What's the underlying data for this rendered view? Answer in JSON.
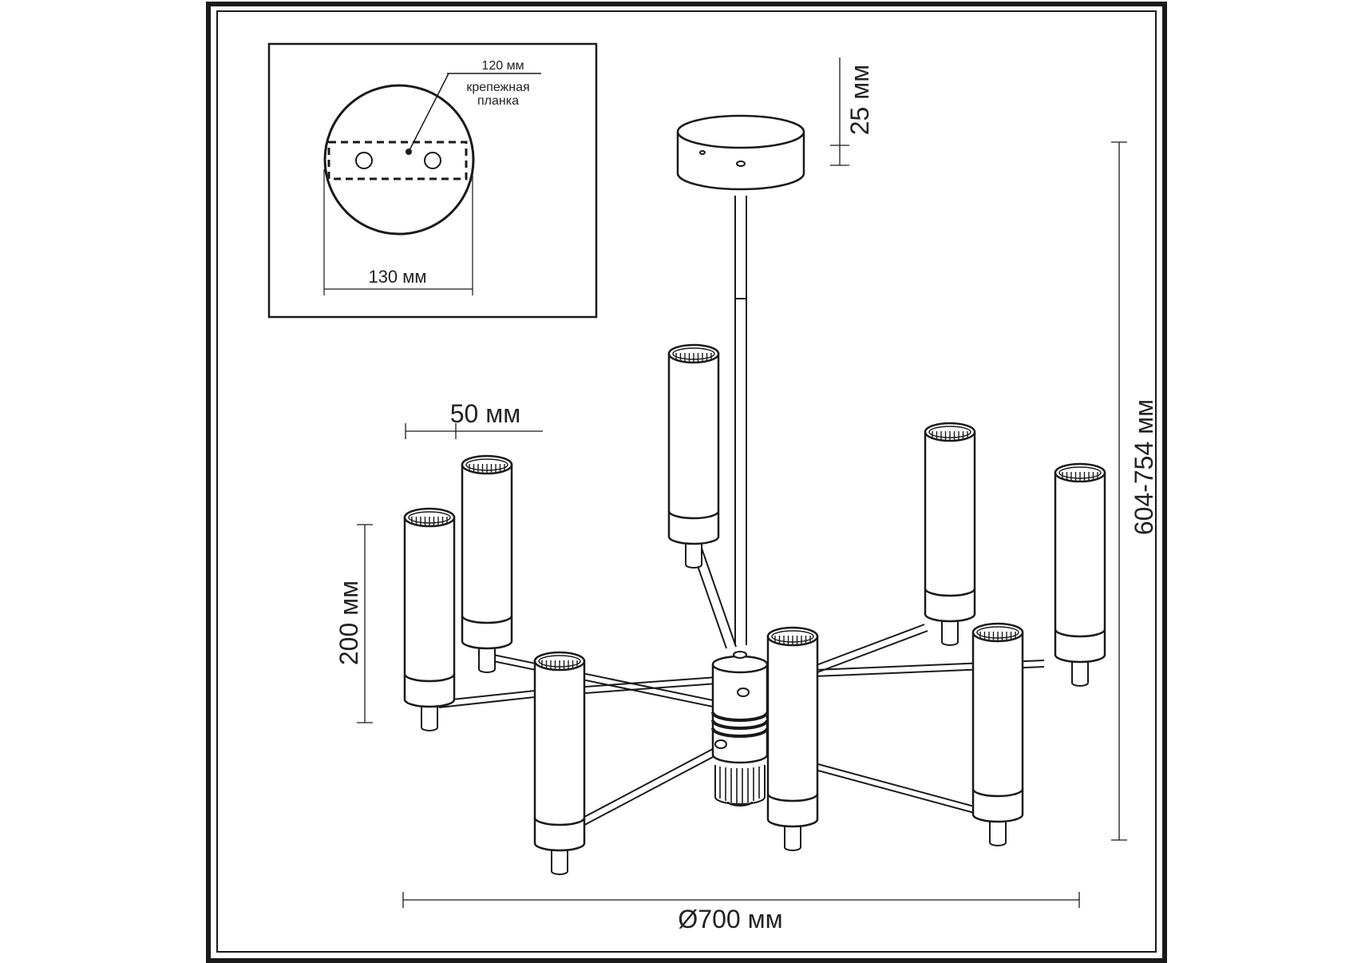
{
  "inset": {
    "plate_spacing": "120 мм",
    "plate_label_line1": "крепежная",
    "plate_label_line2": "планка",
    "canopy_diameter": "130 мм"
  },
  "dimensions": {
    "canopy_height": "25 мм",
    "total_height": "604-754 мм",
    "shade_diameter": "50 мм",
    "shade_height": "200 мм",
    "overall_diameter": "Ø700 мм"
  },
  "colors": {
    "line": "#1a1a1a",
    "background": "#ffffff"
  }
}
